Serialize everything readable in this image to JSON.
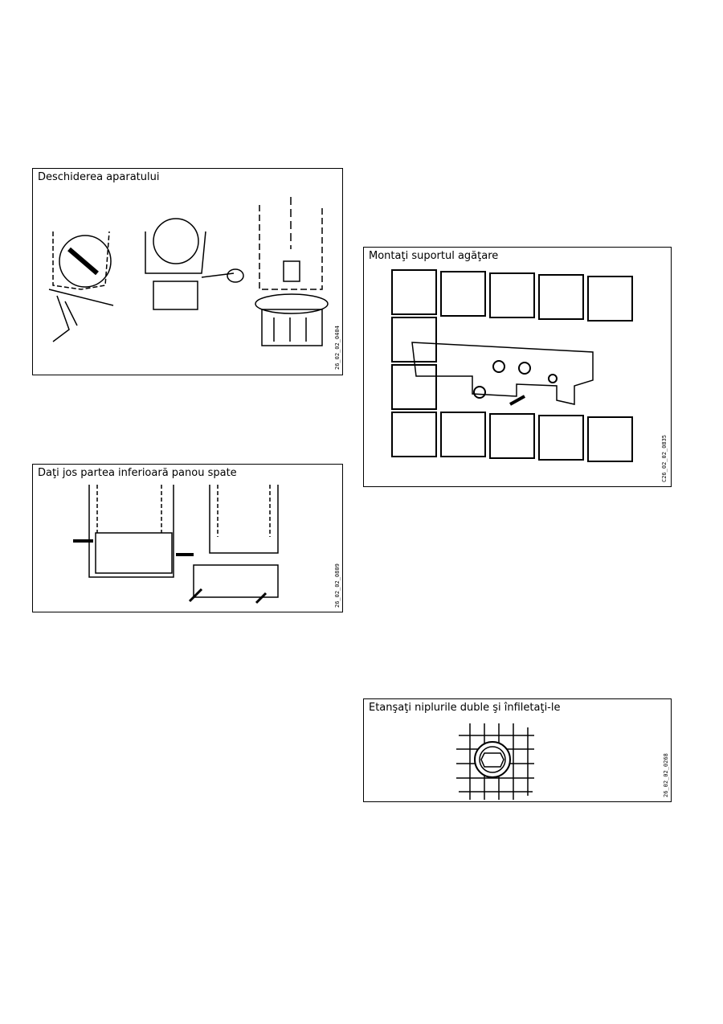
{
  "figures": {
    "open_device": {
      "caption": "Deschiderea aparatului",
      "code": "26_02_02_0404"
    },
    "lower_panel": {
      "caption": "Daţi jos partea inferioară panou spate",
      "code": "26_02_02_0809"
    },
    "mount_bracket": {
      "caption": "Montaţi suportul agăţare",
      "code": "C26_02_02_0835"
    },
    "seal_nipples": {
      "caption": "Etanşaţi niplurile duble şi înfiletaţi-le",
      "code": "26_02_02_0268"
    }
  }
}
